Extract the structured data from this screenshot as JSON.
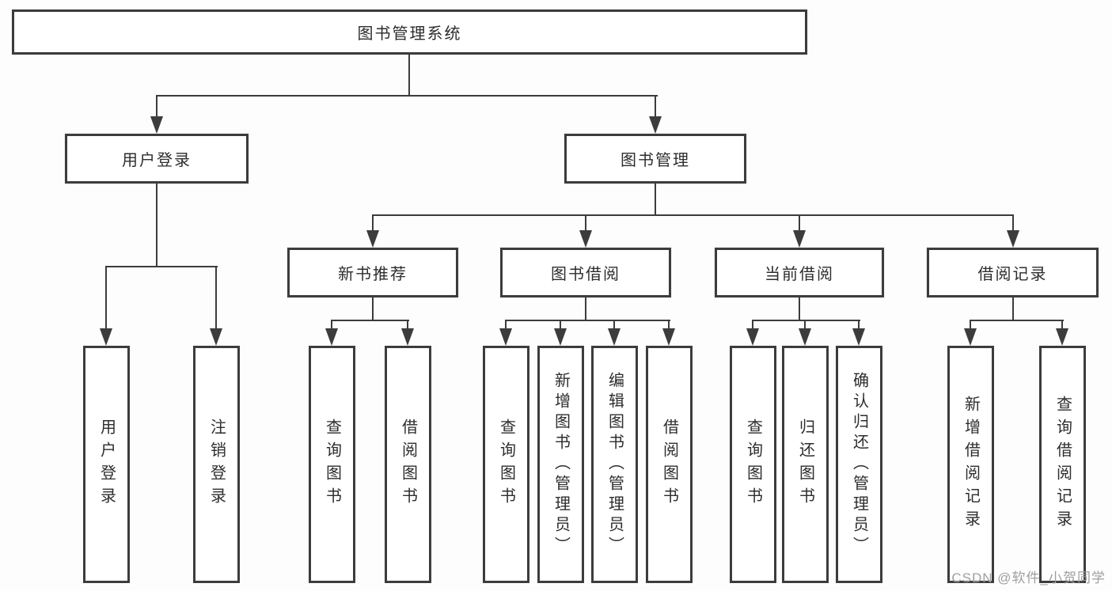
{
  "colors": {
    "line": "#3c3c3c",
    "border": "#3c3c3c",
    "text": "#2d2d2d",
    "watermark_gray": "#9e9e9e",
    "background": "#fdfdfd"
  },
  "watermark": "CSDN @软件_小贺同学",
  "tree": {
    "root": "图书管理系统",
    "branches": [
      {
        "label": "用户登录",
        "leaves": [
          "用户登录",
          "注销登录"
        ]
      },
      {
        "label": "图书管理",
        "groups": [
          {
            "label": "新书推荐",
            "leaves": [
              "查询图书",
              "借阅图书"
            ]
          },
          {
            "label": "图书借阅",
            "leaves": [
              "查询图书",
              "新增图书（管理员）",
              "编辑图书（管理员）",
              "借阅图书"
            ]
          },
          {
            "label": "当前借阅",
            "leaves": [
              "查询图书",
              "归还图书",
              "确认归还（管理员）"
            ]
          },
          {
            "label": "借阅记录",
            "leaves": [
              "新增借阅记录",
              "查询借阅记录"
            ]
          }
        ]
      }
    ]
  }
}
